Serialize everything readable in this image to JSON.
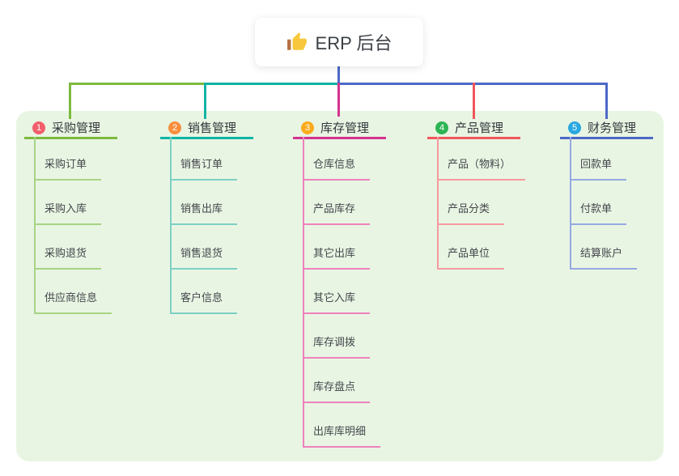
{
  "root": {
    "title": "ERP 后台",
    "icon": "thumbs-up-icon"
  },
  "connector_color": "#4d68c8",
  "canvas_bg": "#e9f5e3",
  "branches": [
    {
      "badge": "1",
      "label": "采购管理",
      "color": "#7cb93e",
      "badge_color": "#f25e6b",
      "child_color": "#a6d483",
      "children": [
        "采购订单",
        "采购入库",
        "采购退货",
        "供应商信息"
      ]
    },
    {
      "badge": "2",
      "label": "销售管理",
      "color": "#10b3a5",
      "badge_color": "#f98e3d",
      "child_color": "#7ed0c5",
      "children": [
        "销售订单",
        "销售出库",
        "销售退货",
        "客户信息"
      ]
    },
    {
      "badge": "3",
      "label": "库存管理",
      "color": "#d3348f",
      "badge_color": "#fbab1c",
      "child_color": "#ee82bd",
      "children": [
        "仓库信息",
        "产品库存",
        "其它出库",
        "其它入库",
        "库存调拨",
        "库存盘点",
        "出库库明细"
      ]
    },
    {
      "badge": "4",
      "label": "产品管理",
      "color": "#f0575c",
      "badge_color": "#2db553",
      "child_color": "#f59a9d",
      "children": [
        "产品（物料）",
        "产品分类",
        "产品单位"
      ]
    },
    {
      "badge": "5",
      "label": "财务管理",
      "color": "#4d68c8",
      "badge_color": "#29a7e1",
      "child_color": "#94a9e2",
      "children": [
        "回款单",
        "付款单",
        "结算账户"
      ]
    }
  ]
}
